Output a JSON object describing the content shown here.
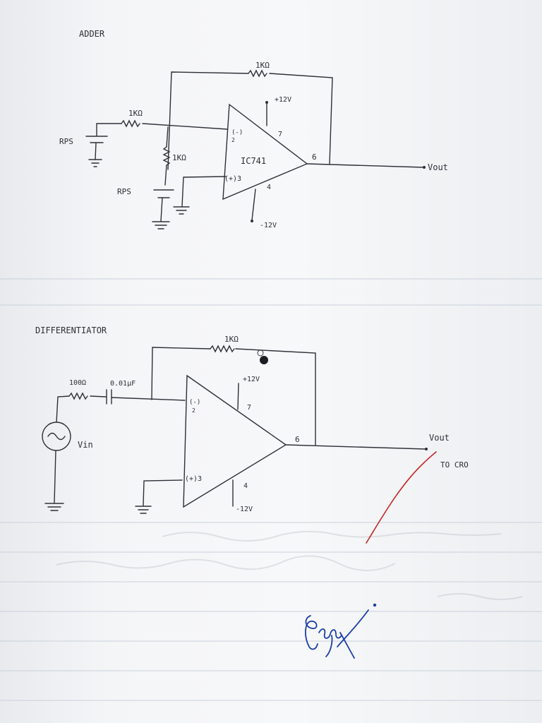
{
  "adder": {
    "title": "ADDER",
    "feedback_resistor": "1KΩ",
    "input_resistor": "1KΩ",
    "second_resistor": "1KΩ",
    "source_top": "RPS",
    "source_bottom": "RPS",
    "opamp_label": "IC741",
    "supply_pos": "+12V",
    "supply_neg": "-12V",
    "pin_inverting": "(-)",
    "pin_inverting_num": "2",
    "pin_noninverting": "(+)3",
    "pin_7": "7",
    "pin_4": "4",
    "pin_6": "6",
    "output": "Vout"
  },
  "differentiator": {
    "title": "DIFFERENTIATOR",
    "feedback_resistor": "1KΩ",
    "input_resistor": "100Ω",
    "capacitor": "0.01µF",
    "supply_pos": "+12V",
    "supply_neg": "-12V",
    "pin_inverting": "(-)",
    "pin_inverting_num": "2",
    "pin_noninverting": "(+)3",
    "pin_7": "7",
    "pin_4": "4",
    "pin_6": "6",
    "output": "Vout",
    "output_note": "TO CRO",
    "source": "Vin"
  },
  "colors": {
    "ink": "#2e2e36",
    "signature_ink": "#1b3fa8",
    "red_mark": "#c62828"
  }
}
